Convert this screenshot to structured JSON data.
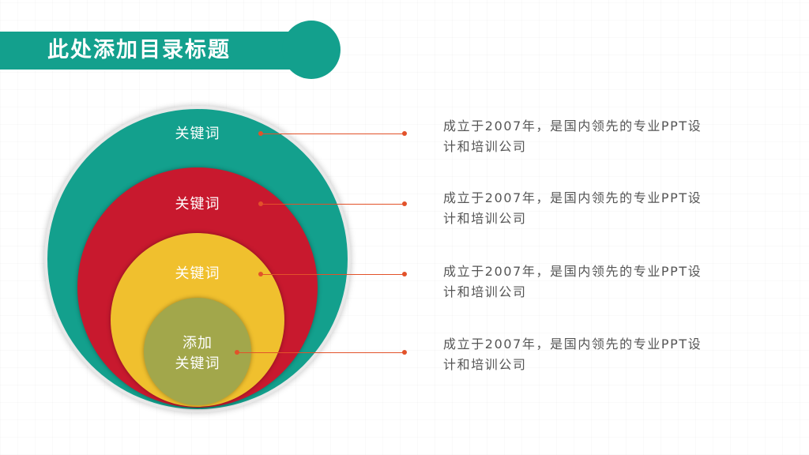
{
  "title": "此处添加目录标题",
  "colors": {
    "teal": "#13a08d",
    "red": "#c8192e",
    "yellow": "#f0c02e",
    "olive": "#a2a74b",
    "connector": "#e2522a"
  },
  "layers": [
    {
      "label": "关键词"
    },
    {
      "label": "关键词"
    },
    {
      "label": "关键词"
    },
    {
      "label_line1": "添加",
      "label_line2": "关键词"
    }
  ],
  "descriptions": [
    {
      "line1": "成立于2007年，是国内领先的专业PPT设",
      "line2": "计和培训公司"
    },
    {
      "line1": "成立于2007年，是国内领先的专业PPT设",
      "line2": "计和培训公司"
    },
    {
      "line1": "成立于2007年，是国内领先的专业PPT设",
      "line2": "计和培训公司"
    },
    {
      "line1": "成立于2007年，是国内领先的专业PPT设",
      "line2": "计和培训公司"
    }
  ]
}
